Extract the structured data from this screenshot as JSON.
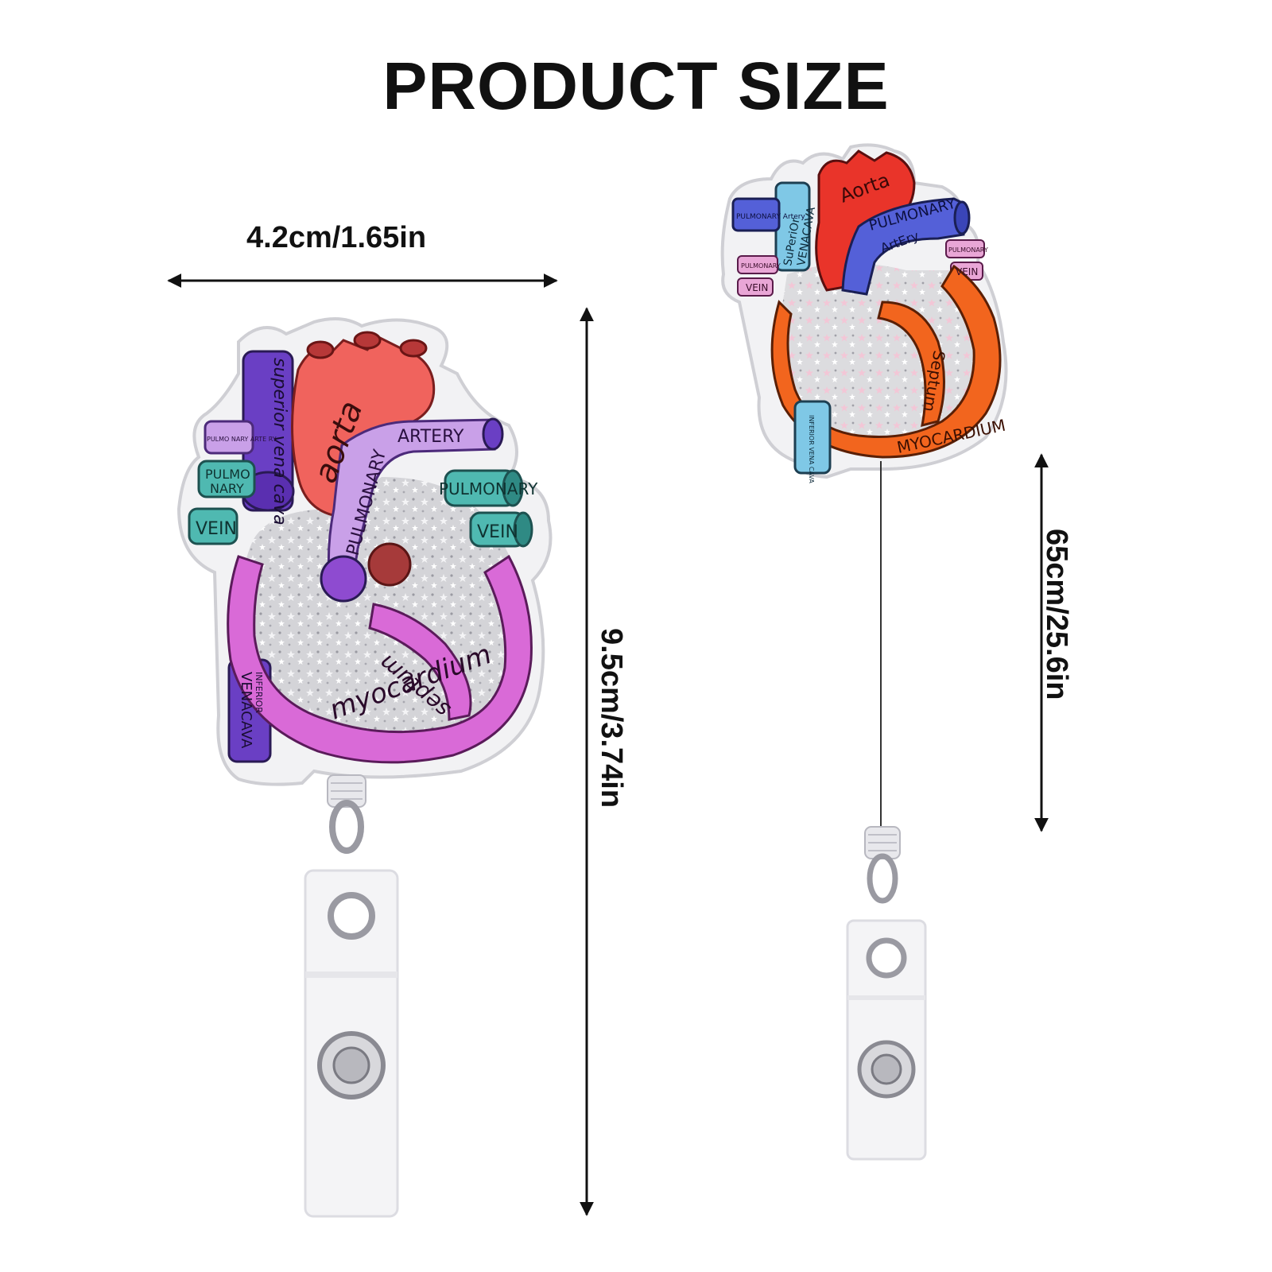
{
  "title": "PRODUCT SIZE",
  "dimensions": {
    "badge_width": "4.2cm/1.65in",
    "total_height": "9.5cm/3.74in",
    "cord_length": "65cm/25.6in"
  },
  "left_badge": {
    "labels": {
      "aorta": "aorta",
      "superior": "superior vena cava",
      "pulmonary_artery_l": "PULMONARY",
      "artery": "ARTERY",
      "pulmo": "PULMO",
      "nary": "NARY",
      "vein_l": "VEIN",
      "pulmonary_r": "PULMONARY",
      "vein_r": "VEIN",
      "septum": "septum",
      "myocardium": "myocardium",
      "inferior": "INFERIOR",
      "venacava": "VENACAVA",
      "pulm_artery_small": "PULMO NARY ARTE RY"
    }
  },
  "right_badge": {
    "labels": {
      "aorta": "Aorta",
      "pulmonary": "PULMONARY",
      "artery": "ArtEry",
      "superior": "SuPeriOr",
      "venacava": "VENACAVA",
      "pulm_artery_l": "PULMONARY Artery",
      "pulm_small_l": "PULMONARY",
      "vein_l": "VEIN",
      "pulm_small_r": "PULMONARY",
      "vein_r": "VEIN",
      "septum": "Septum",
      "myocardium": "MYOCARDIUM",
      "inferior": "INFERIOR VENA CAVA"
    }
  },
  "colors": {
    "arrow": "#111111",
    "aorta_red": "#f0635d",
    "vein_purple": "#6a3fc4",
    "teal": "#4fb9b1",
    "magenta": "#d96ad7",
    "lilac": "#c9a0e8",
    "orange": "#f2651e",
    "bright_red": "#e9342a",
    "blue": "#5460d8",
    "light_blue": "#7fc8e6",
    "pink_label": "#e9a6d6",
    "glitter": "#d9d9dc"
  }
}
